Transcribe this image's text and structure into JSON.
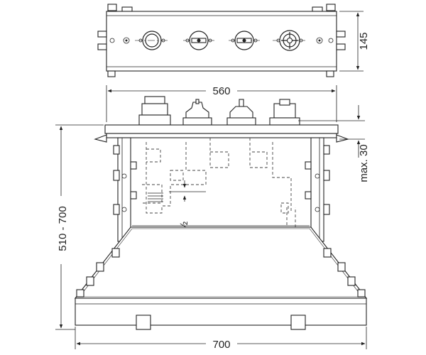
{
  "dimensions": {
    "top_height": "145",
    "width_upper": "560",
    "max_depth": "max. 30",
    "height_range": "510 - 700",
    "width_base": "700",
    "thread": "G ½"
  }
}
